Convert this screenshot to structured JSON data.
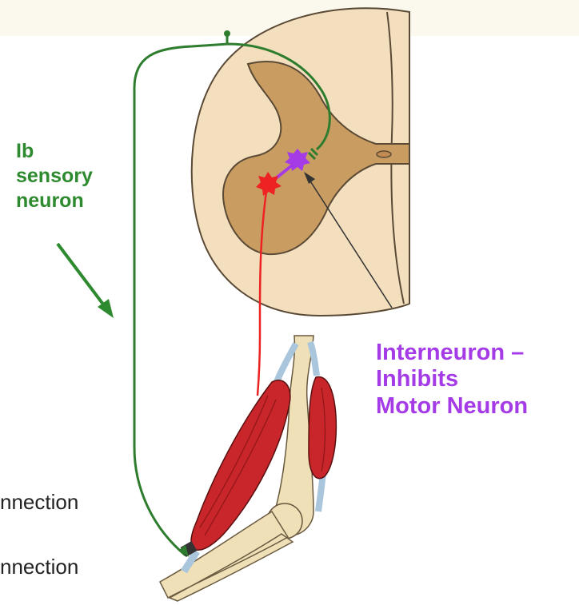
{
  "labels": {
    "sensory": [
      "Ib",
      "sensory",
      "neuron"
    ],
    "interneuron": [
      "Interneuron –",
      "Inhibits",
      "Motor Neuron"
    ]
  },
  "legend": {
    "line1": "nnection",
    "line2": "nnection"
  },
  "colors": {
    "sensory": "#2e8a2e",
    "interneuron": "#a43be6",
    "motor": "#ee2222",
    "white_matter": "#f3debe",
    "gray_matter": "#c99c62",
    "muscle": "#c8262a",
    "bone": "#efe0b8",
    "tendon": "#a9c6dc"
  }
}
